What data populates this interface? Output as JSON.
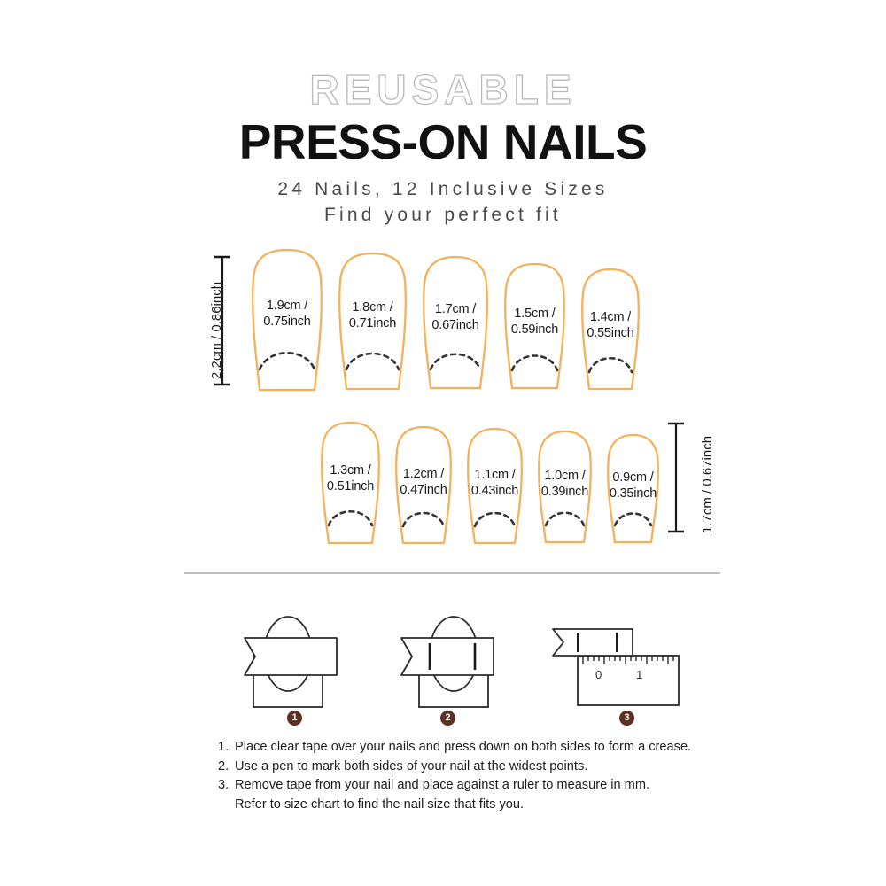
{
  "header": {
    "overline": "REUSABLE",
    "title": "PRESS-ON NAILS",
    "subtitle_1": "24 Nails, 12 Inclusive Sizes",
    "subtitle_2": "Find your perfect fit"
  },
  "colors": {
    "nail_outline": "#F5B05A",
    "overline_stroke": "#b9b9b9",
    "badge_fill": "#5e3024",
    "divider": "#bcbcbc",
    "text": "#1b1b1b"
  },
  "chart_data": {
    "type": "table",
    "title": "Press-On Nail Size Chart",
    "rows": [
      {
        "row_index": 1,
        "height_label": "2.2cm / 0.86inch",
        "height_label_side": "left",
        "nails": [
          {
            "cm": "1.9cm /",
            "inch": "0.75inch",
            "width_cm": 1.9,
            "width_inch": 0.75
          },
          {
            "cm": "1.8cm /",
            "inch": "0.71inch",
            "width_cm": 1.8,
            "width_inch": 0.71
          },
          {
            "cm": "1.7cm /",
            "inch": "0.67inch",
            "width_cm": 1.7,
            "width_inch": 0.67
          },
          {
            "cm": "1.5cm /",
            "inch": "0.59inch",
            "width_cm": 1.5,
            "width_inch": 0.59
          },
          {
            "cm": "1.4cm /",
            "inch": "0.55inch",
            "width_cm": 1.4,
            "width_inch": 0.55
          }
        ]
      },
      {
        "row_index": 2,
        "height_label": "1.7cm / 0.67inch",
        "height_label_side": "right",
        "nails": [
          {
            "cm": "1.3cm /",
            "inch": "0.51inch",
            "width_cm": 1.3,
            "width_inch": 0.51
          },
          {
            "cm": "1.2cm /",
            "inch": "0.47inch",
            "width_cm": 1.2,
            "width_inch": 0.47
          },
          {
            "cm": "1.1cm /",
            "inch": "0.43inch",
            "width_cm": 1.1,
            "width_inch": 0.43
          },
          {
            "cm": "1.0cm /",
            "inch": "0.39inch",
            "width_cm": 1.0,
            "width_inch": 0.39
          },
          {
            "cm": "0.9cm /",
            "inch": "0.35inch",
            "width_cm": 0.9,
            "width_inch": 0.35
          }
        ]
      }
    ]
  },
  "steps": [
    {
      "number": "1",
      "icon": "tape-over-nail-icon"
    },
    {
      "number": "2",
      "icon": "tape-with-pen-marks-icon"
    },
    {
      "number": "3",
      "icon": "tape-against-ruler-icon"
    }
  ],
  "ruler": {
    "tick_label_0": "0",
    "tick_label_1": "1"
  },
  "instructions": [
    {
      "num": "1.",
      "text": "Place clear tape over your nails and press down on both sides to form a crease."
    },
    {
      "num": "2.",
      "text": "Use a pen to mark both sides of your nail at the widest points."
    },
    {
      "num": "3.",
      "text": "Remove tape from your nail and place against a ruler to measure in mm."
    }
  ],
  "instructions_continuation": "Refer to size chart to find the nail size that fits you."
}
